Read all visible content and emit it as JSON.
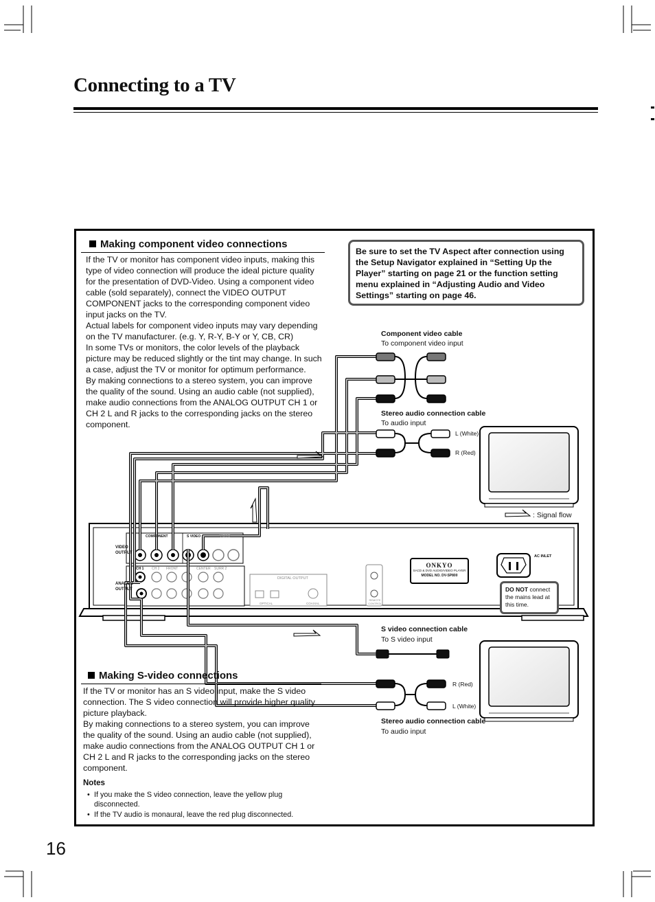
{
  "page": {
    "title": "Connecting to a TV",
    "page_number": "16"
  },
  "component_section": {
    "title": "Making component video connections",
    "paragraphs": [
      "If the TV or monitor has component video inputs, making this type of video connection will produce the ideal picture quality for the presentation of DVD-Video. Using a component video cable (sold separately), connect the VIDEO OUTPUT COMPONENT jacks to the corresponding component video input jacks on the TV.",
      "Actual labels for component video inputs may vary depending on the TV manufacturer. (e.g. Y, R-Y, B-Y or Y, CB, CR)",
      "In some TVs or monitors, the color levels of the playback picture may be reduced slightly or the tint may change. In such a case, adjust the TV or monitor for optimum performance.",
      "By making connections to a stereo system, you can improve the quality of the sound. Using an audio cable (not supplied), make audio connections from the ANALOG OUTPUT CH 1 or CH 2 L and R jacks to the corresponding jacks on the stereo component."
    ]
  },
  "notice": {
    "text": "Be sure to set the TV Aspect after connection using the Setup Navigator explained in “Setting Up the Player” starting on page 21 or the function setting menu explained in “Adjusting Audio and Video Settings” starting on page 46."
  },
  "diagram": {
    "component_cable_title": "Component video cable",
    "component_cable_sub": "To component video input",
    "stereo_cable_title_top": "Stereo audio connection cable",
    "stereo_cable_sub_top": "To audio input",
    "l_white_top": "L (White)",
    "r_red_top": "R (Red)",
    "signal_flow": ": Signal flow",
    "svideo_cable_title": "S video connection cable",
    "svideo_cable_sub": "To S video input",
    "r_red_bottom": "R (Red)",
    "l_white_bottom": "L (White)",
    "stereo_cable_title_bottom": "Stereo audio connection cable",
    "stereo_cable_sub_bottom": "To audio input",
    "video_output": "VIDEO OUTPUT",
    "analog_output": "ANALOG OUTPUT",
    "component": "COMPONENT",
    "s_video": "S VIDEO",
    "video": "VIDEO",
    "ch1": "CH 1",
    "ch2": "CH 2",
    "front": "FRONT",
    "center": "CENTER",
    "surr2": "SURR 2",
    "digital_output": "DIGITAL OUTPUT",
    "optical": "OPTICAL",
    "coaxial": "COAXIAL",
    "remote_control": "REMOTE CONTROL",
    "ac_inlet": "AC INLET",
    "brand": "ONKYO",
    "brand_sub": "SACD & DVD AUDIO/VIDEO PLAYER",
    "model_label": "MODEL NO.",
    "model": "DV-SP800",
    "do_not_bold": "DO NOT",
    "do_not_rest": "connect the mains lead at this time."
  },
  "svideo_section": {
    "title": "Making S-video connections",
    "paragraphs": [
      "If the TV or monitor has an S video input, make the S video connection. The S video connection will provide higher quality picture playback.",
      "By making connections to a stereo system, you can improve the quality of the sound. Using an audio cable (not supplied), make audio connections from the ANALOG OUTPUT CH 1 or CH 2 L and R jacks to the corresponding jacks on the stereo component."
    ]
  },
  "notes": {
    "title": "Notes",
    "items": [
      "If you make the S video connection, leave the yellow plug disconnected.",
      "If the TV audio is monaural, leave the red plug disconnected."
    ]
  }
}
